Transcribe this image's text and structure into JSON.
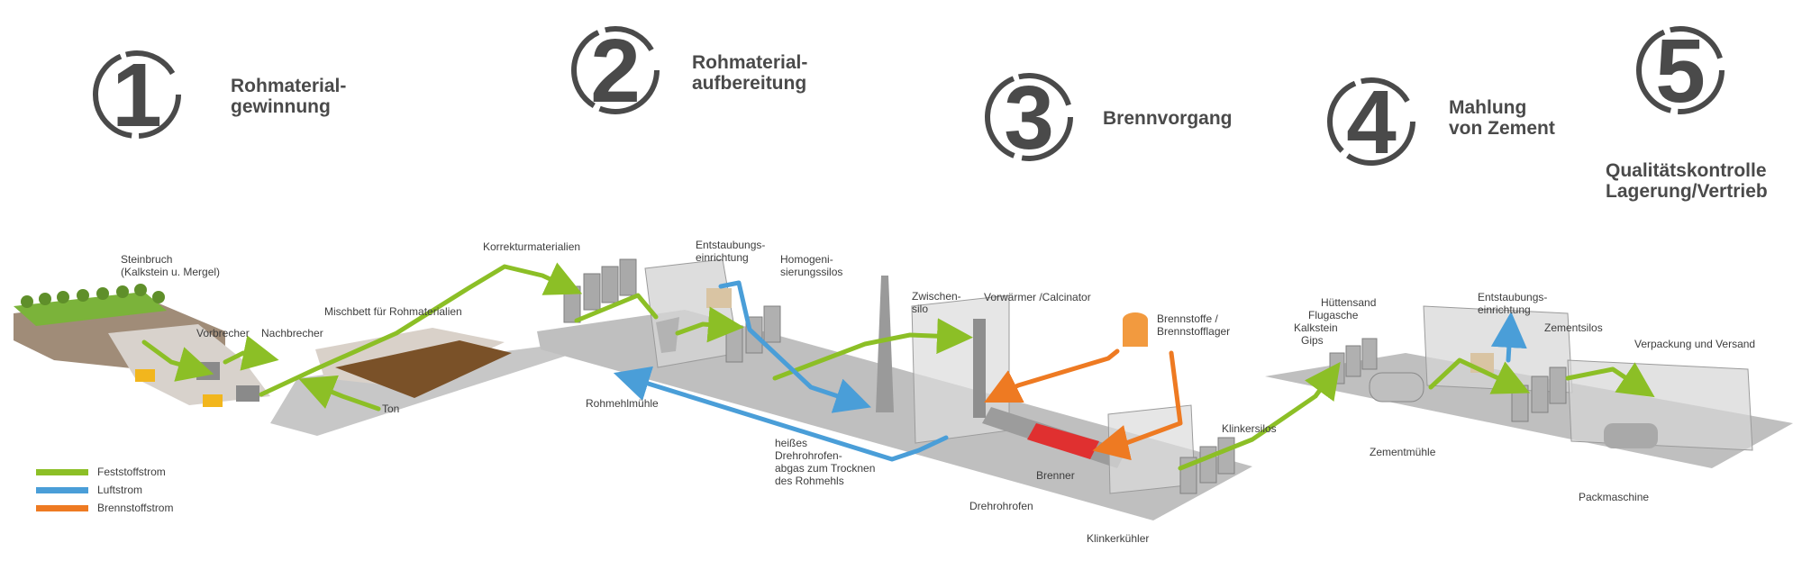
{
  "colors": {
    "solid": "#8cbf26",
    "air": "#4a9ed8",
    "fuel": "#ee7a22",
    "ground": "#bdbdbd",
    "building": "#d6d6d6",
    "ring": "#4a4a4a"
  },
  "steps": [
    {
      "number": "1",
      "line1": "Rohmaterial-",
      "line2": "gewinnung"
    },
    {
      "number": "2",
      "line1": "Rohmaterial-",
      "line2": "aufbereitung"
    },
    {
      "number": "3",
      "line1": "Brennvorgang",
      "line2": ""
    },
    {
      "number": "4",
      "line1": "Mahlung",
      "line2": "von Zement"
    },
    {
      "number": "5",
      "line1": "Qualitätskontrolle",
      "line2": "Lagerung/Vertrieb"
    }
  ],
  "labels": {
    "steinbruch1": "Steinbruch",
    "steinbruch2": "(Kalkstein u. Mergel)",
    "vorbrecher": "Vorbrecher",
    "nachbrecher": "Nachbrecher",
    "mischbett": "Mischbett für Rohmaterialien",
    "ton": "Ton",
    "korrektur": "Korrekturmaterialien",
    "entstaubung1": "Entstaubungs-",
    "entstaubung2": "einrichtung",
    "homogen1": "Homogeni-",
    "homogen2": "sierungssilos",
    "rohmehlmuehle": "Rohmehlmühle",
    "heiss1": "heißes",
    "heiss2": "Drehrohrofen-",
    "heiss3": "abgas zum Trocknen",
    "heiss4": "des Rohmehls",
    "zwischen1": "Zwischen-",
    "zwischen2": "silo",
    "vorwaermer": "Vorwärmer /Calcinator",
    "brennstoffe1": "Brennstoffe /",
    "brennstoffe2": "Brennstofflager",
    "brenner": "Brenner",
    "drehrohrofen": "Drehrohrofen",
    "klinkerkuehler": "Klinkerkühler",
    "klinkersilos": "Klinkersilos",
    "huettensand": "Hüttensand",
    "flugasche": "Flugasche",
    "kalkstein": "Kalkstein",
    "gips": "Gips",
    "entstaubung4a": "Entstaubungs-",
    "entstaubung4b": "einrichtung",
    "zementsilos": "Zementsilos",
    "verpackung": "Verpackung und Versand",
    "zementmuehle": "Zementmühle",
    "packmaschine": "Packmaschine"
  },
  "legend": [
    {
      "label": "Feststoffstrom",
      "color": "#8cbf26"
    },
    {
      "label": "Luftstrom",
      "color": "#4a9ed8"
    },
    {
      "label": "Brennstoffstrom",
      "color": "#ee7a22"
    }
  ]
}
